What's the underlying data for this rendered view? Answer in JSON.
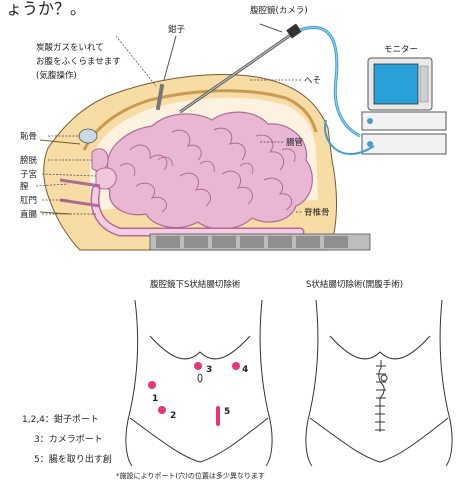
{
  "header_fragment": "ょうか？。",
  "illustration": {
    "labels": {
      "laparoscope": "腹腔鏡(カメラ)",
      "forceps": "鉗子",
      "co2_line1": "炭酸ガスをいれて",
      "co2_line2": "お腹をふくらませます",
      "co2_line3": "(気腹操作)",
      "monitor": "モニター",
      "navel": "へそ",
      "intestine": "腸管",
      "pubis": "恥骨",
      "bladder": "膀胱",
      "uterus": "子宮",
      "vagina": "膣",
      "anus": "肛門",
      "rectum": "直腸",
      "spine": "脊椎骨"
    }
  },
  "diagrams": {
    "left_title": "腹腔鏡下S状結腸切除術",
    "right_title": "S状結腸切除術(開腹手術)",
    "port_numbers": [
      "1",
      "2",
      "3",
      "4",
      "5"
    ]
  },
  "legend": {
    "row1": "1,2,4：鉗子ポート",
    "row2": "3：カメラポート",
    "row3": "5：腸を取り出す創"
  },
  "footnote": "*施設によりポート(穴)の位置は多少異なります",
  "colors": {
    "skin": "#f8dca6",
    "intestine": "#e9b7d4",
    "intestine_line": "#b06a95",
    "port": "#e8357a",
    "cable": "#3f9fd4",
    "monitor_screen": "#2aa0d8",
    "spine": "#8f8f8f"
  }
}
